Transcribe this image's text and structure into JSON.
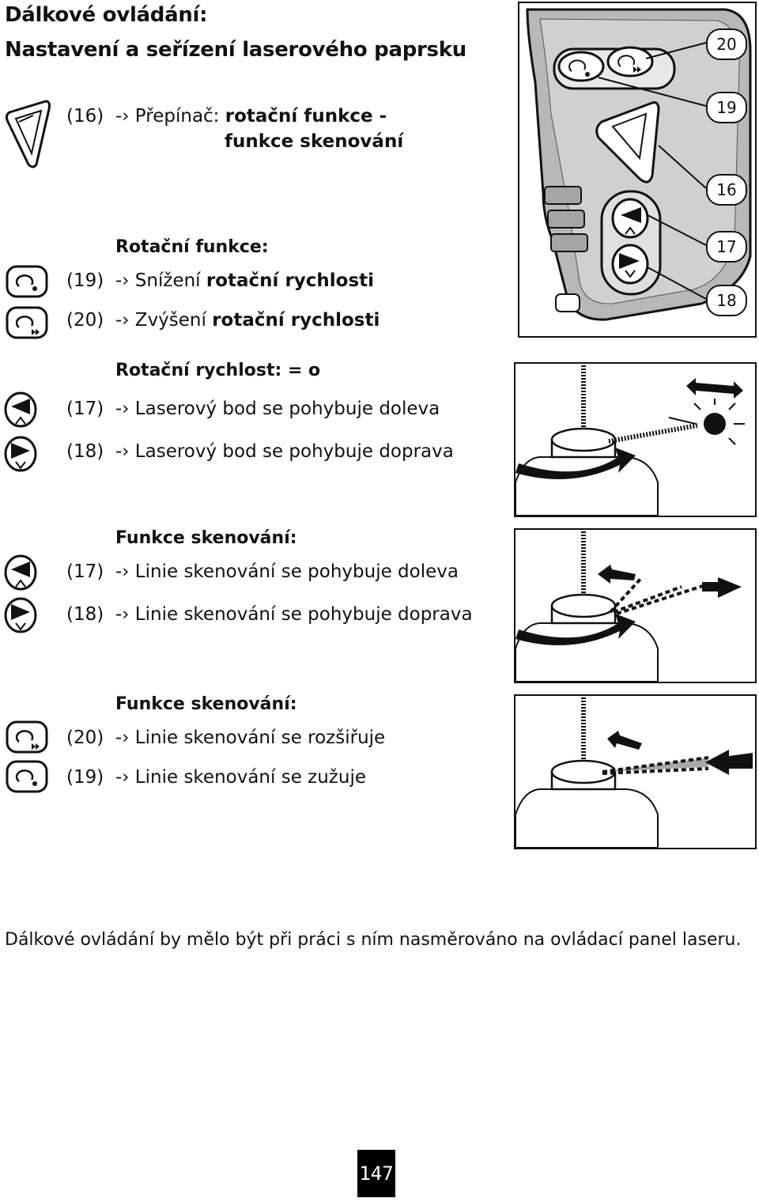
{
  "title_line1": "Dálkové ovládání:",
  "title_line2": "Nastavení a seřízení laserového paprsku",
  "switch": {
    "num": "(16)",
    "text": "-› Přepínač: ",
    "bold": "rotační funkce -",
    "line2": "funkce skenování"
  },
  "rotation": {
    "heading": "Rotační funkce:",
    "rows": [
      {
        "num": "(19)",
        "text": "-› Snížení ",
        "bold": "rotační rychlosti"
      },
      {
        "num": "(20)",
        "text": "-› Zvýšení ",
        "bold": "rotační rychlosti"
      }
    ]
  },
  "speed0": {
    "heading": "Rotační rychlost: = o",
    "rows": [
      {
        "num": "(17)",
        "text": "-› Laserový bod se pohybuje doleva"
      },
      {
        "num": "(18)",
        "text": "-› Laserový bod se pohybuje doprava"
      }
    ]
  },
  "scan1": {
    "heading": "Funkce skenování:",
    "rows": [
      {
        "num": "(17)",
        "text": "-› Linie skenování se pohybuje doleva"
      },
      {
        "num": "(18)",
        "text": "-› Linie skenování se pohybuje doprava"
      }
    ]
  },
  "scan2": {
    "heading": "Funkce skenování:",
    "rows": [
      {
        "num": "(20)",
        "text": "-› Linie skenování se rozšiřuje"
      },
      {
        "num": "(19)",
        "text": "-› Linie skenování se zužuje"
      }
    ]
  },
  "remote_labels": [
    "20",
    "19",
    "16",
    "17",
    "18"
  ],
  "footer": "Dálkové ovládání by mělo být při práci s ním nasměrováno na ovládací panel laseru.",
  "page_number": "147"
}
